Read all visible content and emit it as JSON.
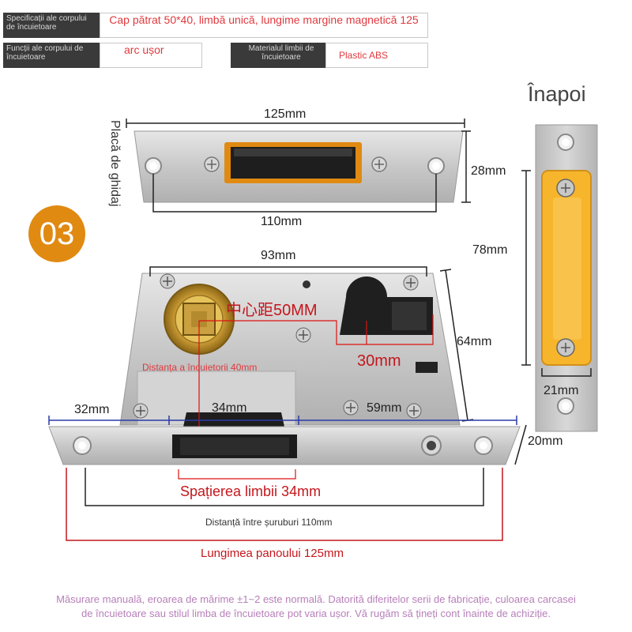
{
  "specs": {
    "row1": {
      "label": "Specificații ale corpului de încuietoare",
      "value": "Cap pătrat 50*40, limbă unică, lungime margine magnetică 125"
    },
    "row2": {
      "label1": "Funcții ale corpului de încuietoare",
      "value1": "arc ușor",
      "label2": "Materialul limbii de încuietoare",
      "value2": "Plastic ABS"
    }
  },
  "badge": "03",
  "back_label": "Înapoi",
  "guide_label": "Placă de ghidaj",
  "dims": {
    "top_width": "125mm",
    "top_height": "28mm",
    "top_hole": "110mm",
    "body_width": "93mm",
    "center_cn": "中心距50MM",
    "offset": "30mm",
    "body_height": "64mm",
    "lock_distance": "Distanța a încuietorii 40mm",
    "left": "32mm",
    "middle": "34mm",
    "right": "59mm",
    "face_height": "20mm",
    "tongue_spacing": "Spațierea limbii 34mm",
    "screw_distance": "Distanță între șuruburi 110mm",
    "panel_length": "Lungimea panoului 125mm",
    "back_height": "78mm",
    "back_width": "21mm"
  },
  "footer_note": {
    "line1": "Măsurare manuală, eroarea de mărime ±1~2 este normală. Datorită diferitelor serii de fabricație, culoarea carcasei",
    "line2": "de încuietoare sau stilul limba de încuietoare pot varia ușor. Vă rugăm să țineți cont înainte de achiziție."
  },
  "colors": {
    "accent_orange": "#e08a12",
    "dimension_red": "#e0393e",
    "dimension_blue": "#2b3aa8",
    "steel": "#c9c9c9"
  }
}
